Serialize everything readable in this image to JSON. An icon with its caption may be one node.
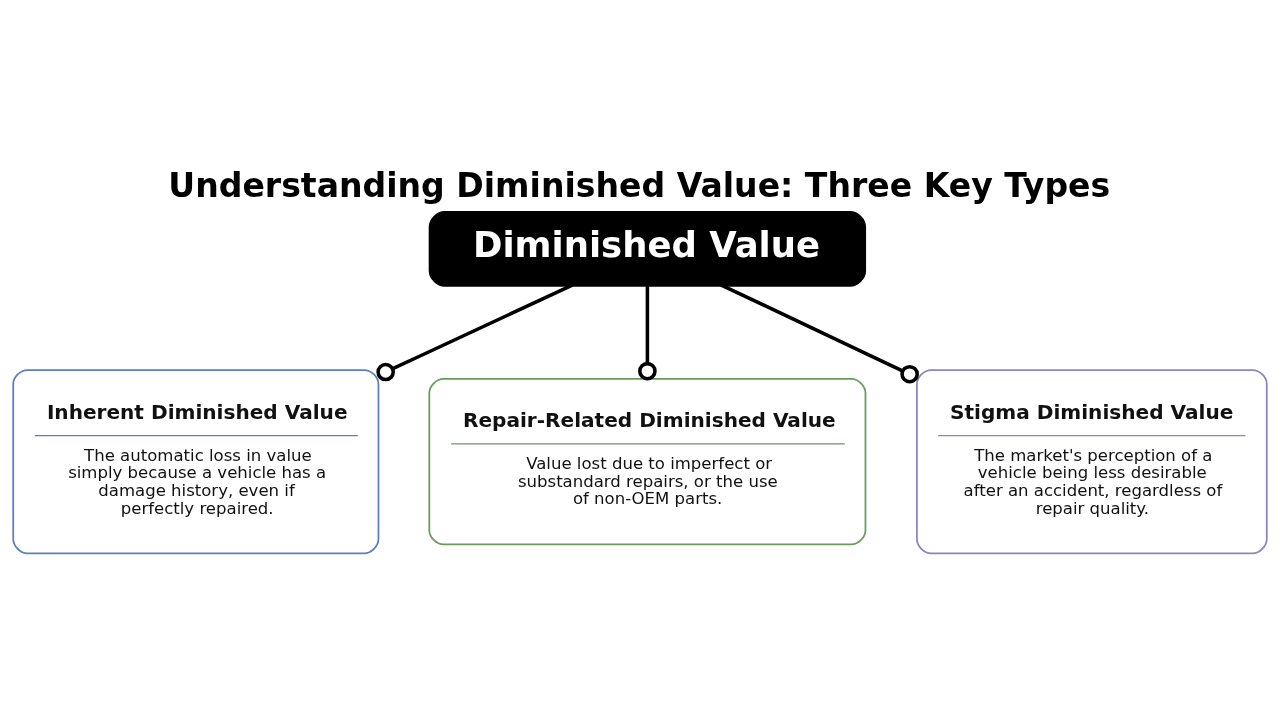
{
  "diagram": {
    "title": "Understanding Diminished Value: Three Key Types",
    "nodes": [
      {
        "text": [
          "Diminished Value"
        ]
      },
      {
        "text": [
          "Inherent Diminished Value",
          "The automatic loss in value simply because a vehicle has a damage history, even if perfectly repaired."
        ]
      },
      {
        "text": [
          "Repair-Related Diminished Value",
          "Value lost due to imperfect or substandard repairs, or the use of non-OEM parts."
        ]
      },
      {
        "text": [
          "Stigma Diminished Value",
          "The market's perception of a vehicle being less desirable after an accident, regardless of repair quality."
        ]
      }
    ],
    "edges": [
      {
        "from": 0,
        "to": 1,
        "arrow": "other"
      },
      {
        "from": 0,
        "to": 2,
        "arrow": "other"
      },
      {
        "from": 0,
        "to": 3,
        "arrow": "other"
      }
    ]
  }
}
